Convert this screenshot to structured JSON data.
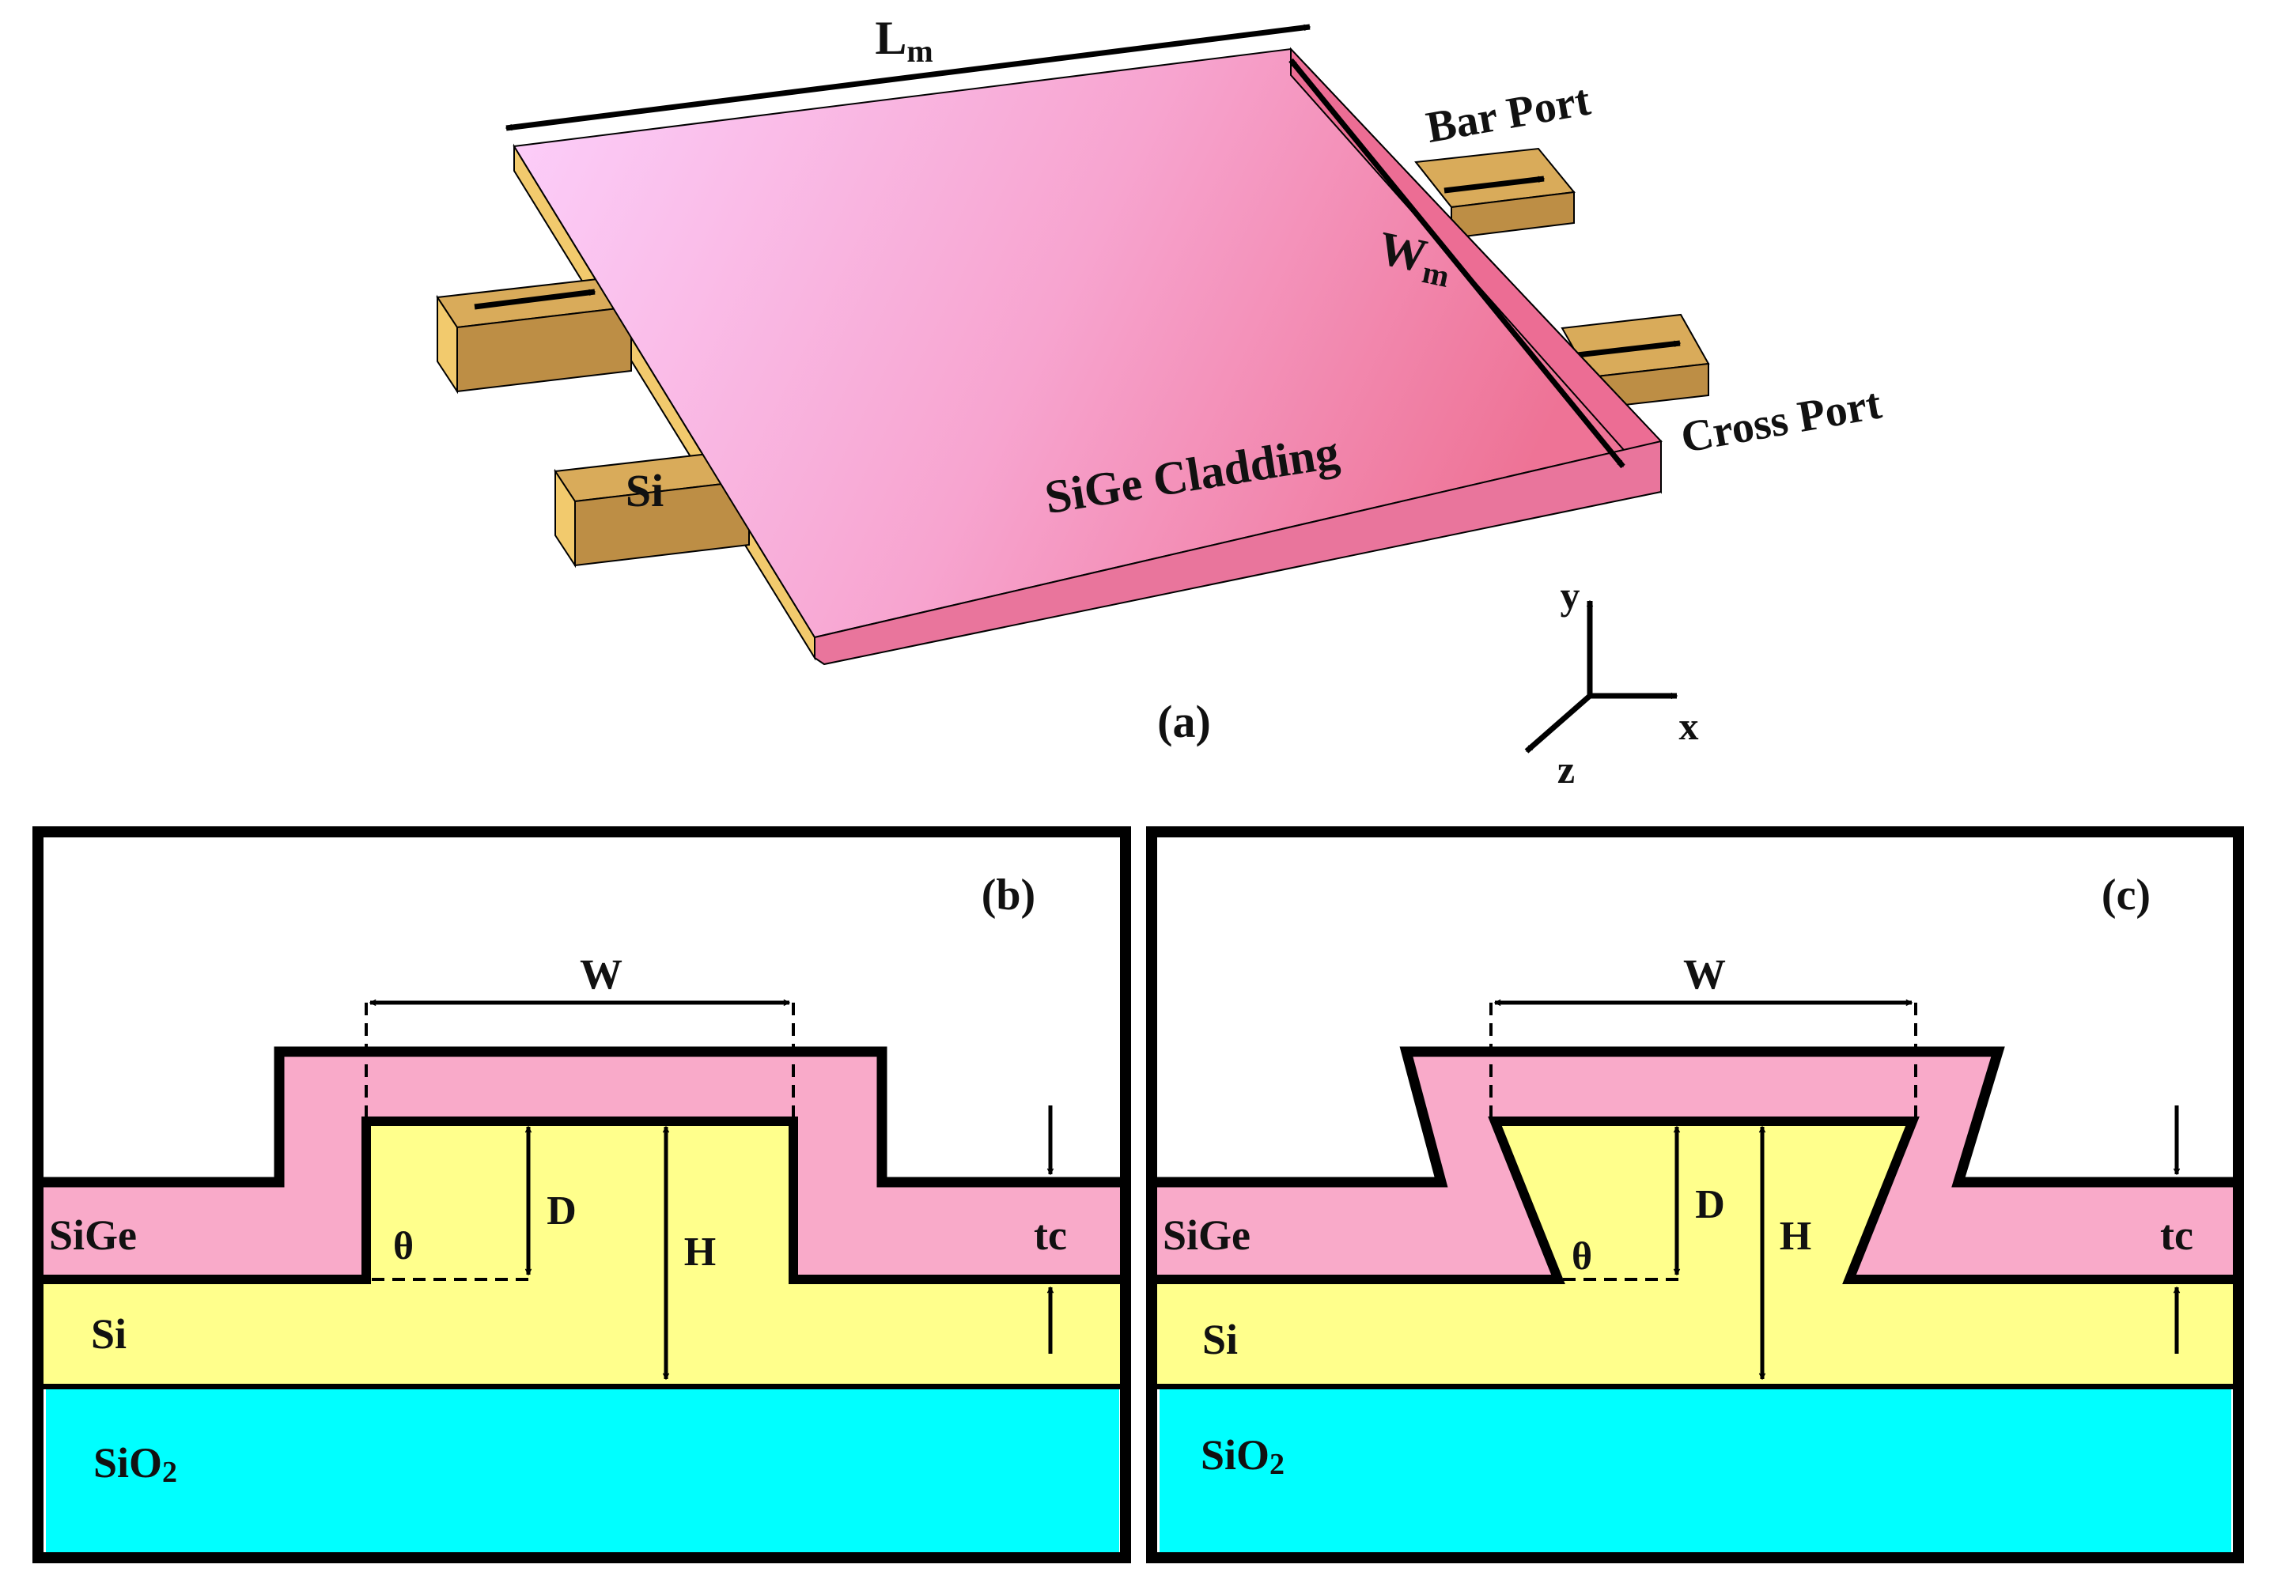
{
  "colors": {
    "sige_light": "#fcc6fc",
    "sige": "#f9aac9",
    "sige_dark": "#ee6f97",
    "si_top": "#d9ab5a",
    "si_side": "#f2ca6d",
    "si_front": "#bd8e45",
    "si_xsec": "#ffff8c",
    "sio2": "#00ffff",
    "outline": "#000000"
  },
  "panel_a": {
    "label": "(a)",
    "cladding_label": "SiGe Cladding",
    "si_label": "Si",
    "length_label": "L",
    "length_sub": "m",
    "width_label": "W",
    "width_sub": "m",
    "bar_port_label": "Bar Port",
    "cross_port_label": "Cross Port",
    "axes": {
      "y": "y",
      "x": "x",
      "z": "z"
    }
  },
  "panel_b": {
    "label": "(b)",
    "w_label": "W",
    "d_label": "D",
    "h_label": "H",
    "theta_label": "θ",
    "tc_label": "tc",
    "sige_label": "SiGe",
    "si_label": "Si",
    "sio2_label": "SiO",
    "sio2_sub": "2"
  },
  "panel_c": {
    "label": "(c)",
    "w_label": "W",
    "d_label": "D",
    "h_label": "H",
    "theta_label": "θ",
    "tc_label": "tc",
    "sige_label": "SiGe",
    "si_label": "Si",
    "sio2_label": "SiO",
    "sio2_sub": "2"
  }
}
